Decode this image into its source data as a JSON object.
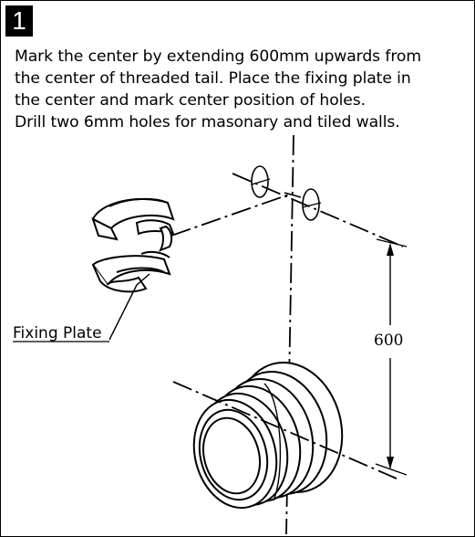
{
  "step": {
    "number": "1"
  },
  "instructions": {
    "line1": "Mark the center by extending 600mm upwards from",
    "line2": "the center of threaded tail. Place the fixing plate in",
    "line3": "the center and mark center position of holes.",
    "line4": "Drill two 6mm holes for masonary and tiled walls."
  },
  "diagram": {
    "fixing_plate_label": "Fixing Plate",
    "dimension_label": "600"
  }
}
